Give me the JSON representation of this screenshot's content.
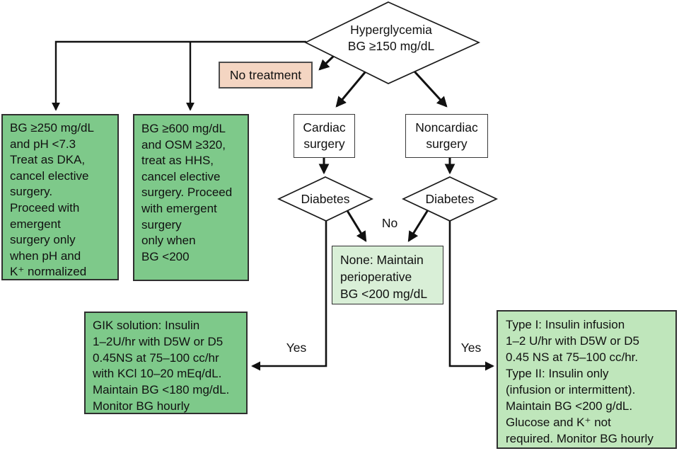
{
  "flowchart": {
    "root": {
      "label": "Hyperglycemia\nBG ≥150 mg/dL"
    },
    "no_treatment": {
      "label": "No treatment"
    },
    "dka_box": {
      "text": "BG ≥250 mg/dL\nand pH <7.3\nTreat as DKA,\ncancel elective\nsurgery.\nProceed with\nemergent\nsurgery only\nwhen pH and\nK⁺ normalized"
    },
    "hhs_box": {
      "text": "BG ≥600 mg/dL\nand OSM ≥320,\ntreat as HHS,\ncancel elective\nsurgery. Proceed\nwith emergent\nsurgery\nonly when\nBG <200"
    },
    "cardiac": {
      "label": "Cardiac\nsurgery"
    },
    "noncardiac": {
      "label": "Noncardiac\nsurgery"
    },
    "diabetes_left": {
      "label": "Diabetes"
    },
    "diabetes_right": {
      "label": "Diabetes"
    },
    "none_box": {
      "text": "None: Maintain\nperioperative\nBG <200 mg/dL"
    },
    "gik_box": {
      "text": "GIK solution: Insulin\n1–2U/hr with D5W or D5\n0.45NS at 75–100 cc/hr\nwith KCl 10–20 mEq/dL.\nMaintain BG <180 mg/dL.\nMonitor BG hourly"
    },
    "type_box": {
      "text": "Type I: Insulin infusion\n1–2 U/hr with D5W or D5\n0.45 NS at 75–100 cc/hr.\nType II: Insulin only\n(infusion or intermittent).\nMaintain BG <200 g/dL.\nGlucose and K⁺ not\nrequired. Monitor BG hourly"
    },
    "edge_labels": {
      "no": "No",
      "yes_left": "Yes",
      "yes_right": "Yes"
    }
  },
  "colors": {
    "box_green": "#7ec98a",
    "box_green_light": "#bfe6bb",
    "box_green_pale": "#d9efd7",
    "box_pink": "#f4d5c2",
    "line": "#111111",
    "background": "#ffffff"
  }
}
